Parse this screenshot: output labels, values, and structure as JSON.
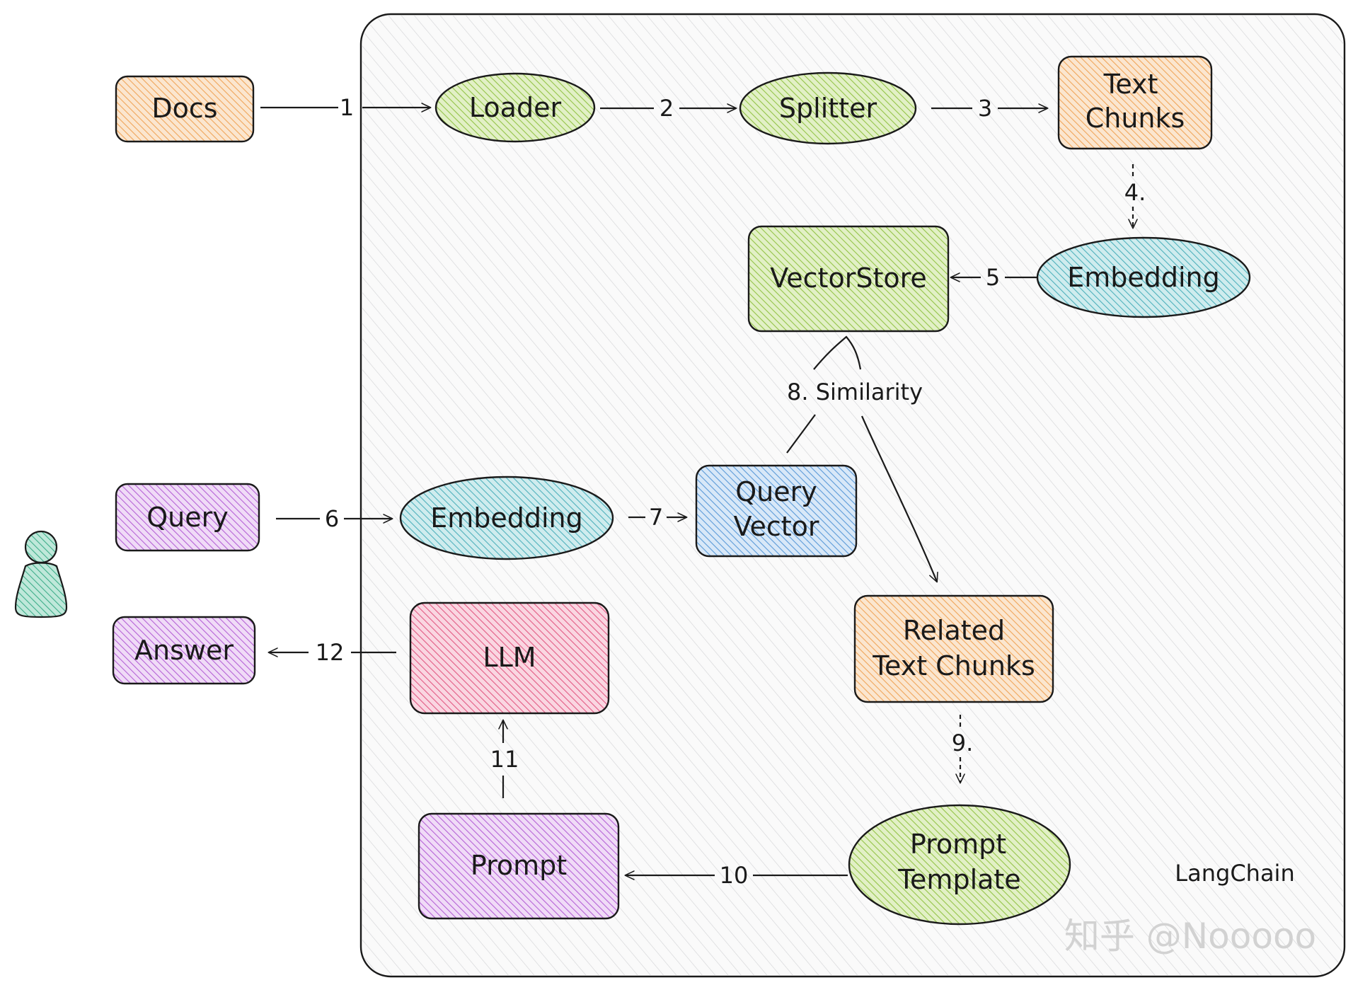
{
  "colors": {
    "orange": "#f4c28c",
    "green": "#b7d97a",
    "teal": "#8dd0d6",
    "purple": "#d6a3ea",
    "blue": "#9cc3ec",
    "pink": "#f09ab3",
    "person": "#5fc4a4",
    "container": "#f1f2f2",
    "ink": "#1a1a1a"
  },
  "container": {
    "label": "LangChain"
  },
  "nodes": {
    "docs": "Docs",
    "loader": "Loader",
    "splitter": "Splitter",
    "text_chunks": [
      "Text",
      "Chunks"
    ],
    "embedding_doc": "Embedding",
    "vectorstore": "VectorStore",
    "query": "Query",
    "embedding_query": "Embedding",
    "query_vector": [
      "Query",
      "Vector"
    ],
    "related_chunks": [
      "Related",
      "Text Chunks"
    ],
    "prompt_template": [
      "Prompt",
      "Template"
    ],
    "prompt": "Prompt",
    "llm": "LLM",
    "answer": "Answer"
  },
  "edges": {
    "e1": "1",
    "e2": "2",
    "e3": "3",
    "e4": "4.",
    "e5": "5",
    "e6": "6",
    "e7": "7",
    "e8": "8. Similarity",
    "e9": "9.",
    "e10": "10",
    "e11": "11",
    "e12": "12"
  },
  "watermark": "知乎 @Nooooo"
}
